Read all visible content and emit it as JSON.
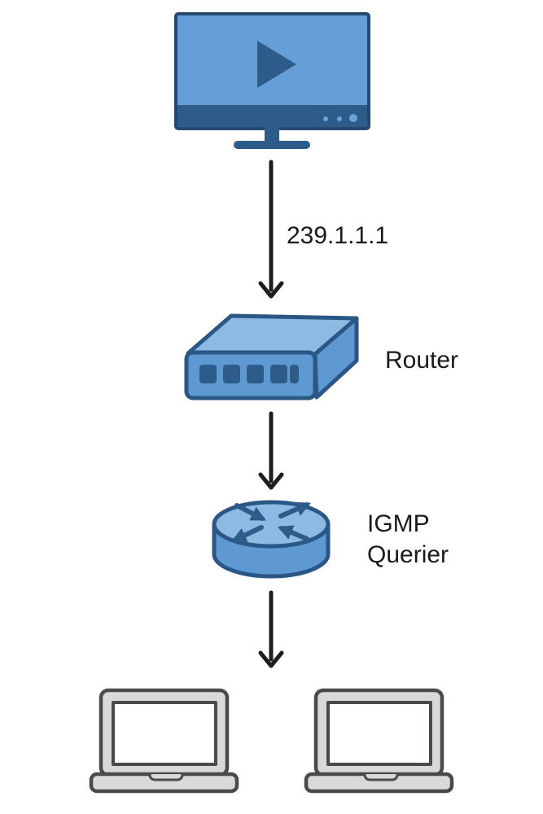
{
  "diagram": {
    "type": "network-multicast-flow",
    "stream_label": "239.1.1.1",
    "nodes": {
      "video_source": {
        "label": "",
        "icon": "video-player-icon"
      },
      "router": {
        "label": "Router",
        "icon": "router-icon"
      },
      "igmp_querier": {
        "label": "IGMP Querier",
        "icon": "igmp-querier-icon"
      },
      "receiver_left": {
        "label": "",
        "icon": "laptop-icon"
      },
      "receiver_right": {
        "label": "",
        "icon": "laptop-icon"
      }
    },
    "edges": [
      {
        "from": "video_source",
        "to": "router",
        "label": "239.1.1.1"
      },
      {
        "from": "router",
        "to": "igmp_querier",
        "label": ""
      },
      {
        "from": "igmp_querier",
        "to": "receivers",
        "label": ""
      }
    ]
  },
  "colors": {
    "bg": "#ffffff",
    "text": "#1a1a1a",
    "arrow": "#1d1d1d",
    "navy_outline": "#2b5787",
    "blue_light": "#8dbae3",
    "blue_mid": "#5f99d2",
    "blue_screen": "#669fd8",
    "blue_dark": "#2e5c8a",
    "monitor_border": "#24486f",
    "dot_blue": "#6ba3d8",
    "laptop_fill": "#d9d9d9",
    "laptop_screen": "#ffffff",
    "laptop_outline": "#4a4a4a"
  }
}
